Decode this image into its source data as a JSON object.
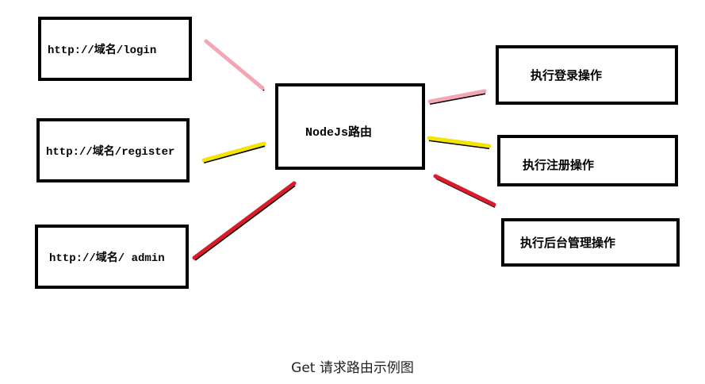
{
  "nodes": {
    "login_url": "http://域名/login",
    "register_url": "http://域名/register",
    "admin_url": "http://域名/ admin",
    "router": "NodeJs路由",
    "login_action": "执行登录操作",
    "register_action": "执行注册操作",
    "admin_action": "执行后台管理操作"
  },
  "colors": {
    "login_edge": "#f4a6b4",
    "register_edge": "#f2e600",
    "admin_edge": "#d81c2a"
  },
  "caption": "Get 请求路由示例图"
}
